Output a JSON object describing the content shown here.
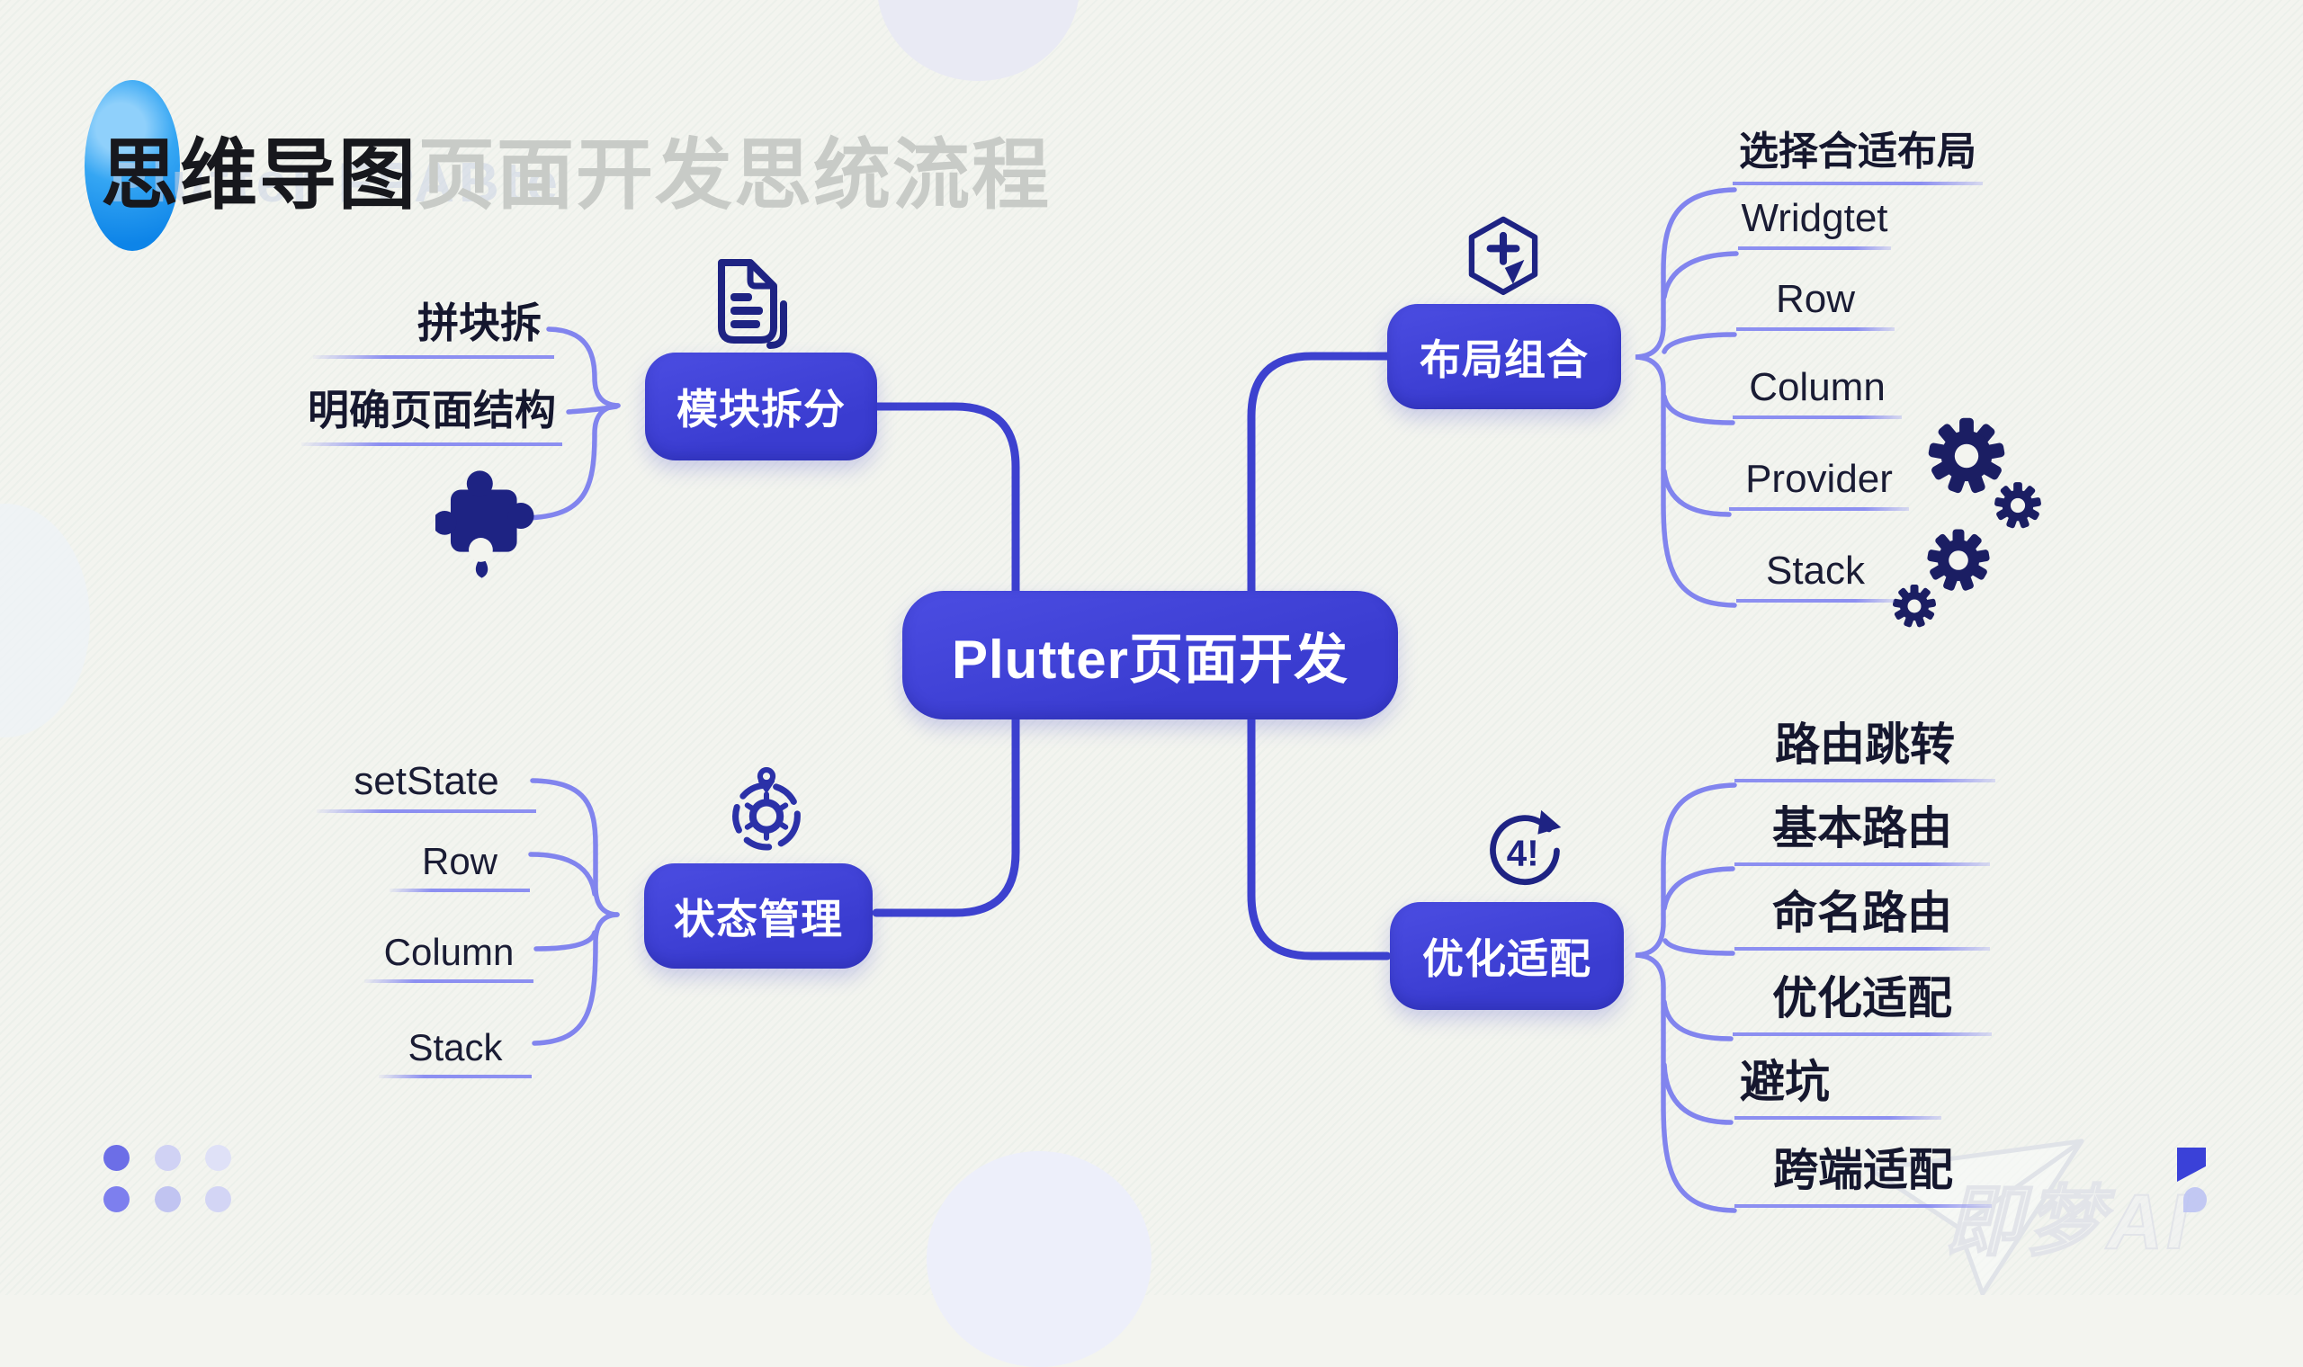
{
  "title": {
    "main": "思维导图",
    "ghost": "页面开发思统流程",
    "faint": "Plutter FPABte"
  },
  "center_node": {
    "label": "Plutter页面开发"
  },
  "branches": {
    "module": {
      "label": "模块拆分",
      "icon": "document-icon",
      "items": [
        "拼块拆",
        "明确页面结构"
      ]
    },
    "layout": {
      "label": "布局组合",
      "icon": "hexagon-plus-icon",
      "items": [
        "选择合适布局",
        "Wridgtet",
        "Row",
        "Column",
        "Provider",
        "Stack"
      ]
    },
    "state": {
      "label": "状态管理",
      "icon": "wheel-icon",
      "items": [
        "setState",
        "Row",
        "Column",
        "Stack"
      ]
    },
    "optimize": {
      "label": "优化适配",
      "icon": "refresh-cycle-icon",
      "icon_text": "4!",
      "items": [
        "路由跳转",
        "基本路由",
        "命名路由",
        "优化适配",
        "避坑",
        "跨端适配"
      ]
    }
  },
  "watermark": {
    "logo": "即梦AI"
  },
  "decor": {
    "dots": [
      "#6c6ee7",
      "#d0d2f4",
      "#dfe1f7",
      "#7d7fee",
      "#c1c4f1",
      "#d3d5f5"
    ]
  },
  "colors": {
    "bg": "#f3f4ef",
    "node-blue-1": "#4b4de2",
    "node-blue-2": "#3a3cd0",
    "connector": "#3d41cf",
    "brace": "#8184ee",
    "underline": "#8c8ff1",
    "icon-navy": "#1e2383",
    "gear-navy": "#1b1e63",
    "wheel-blue": "#2b31a8",
    "item-text": "#15172e",
    "title-dark": "#17181d",
    "title-ghost": "#c8cbc7",
    "accent-blue": "#18a0f2"
  }
}
